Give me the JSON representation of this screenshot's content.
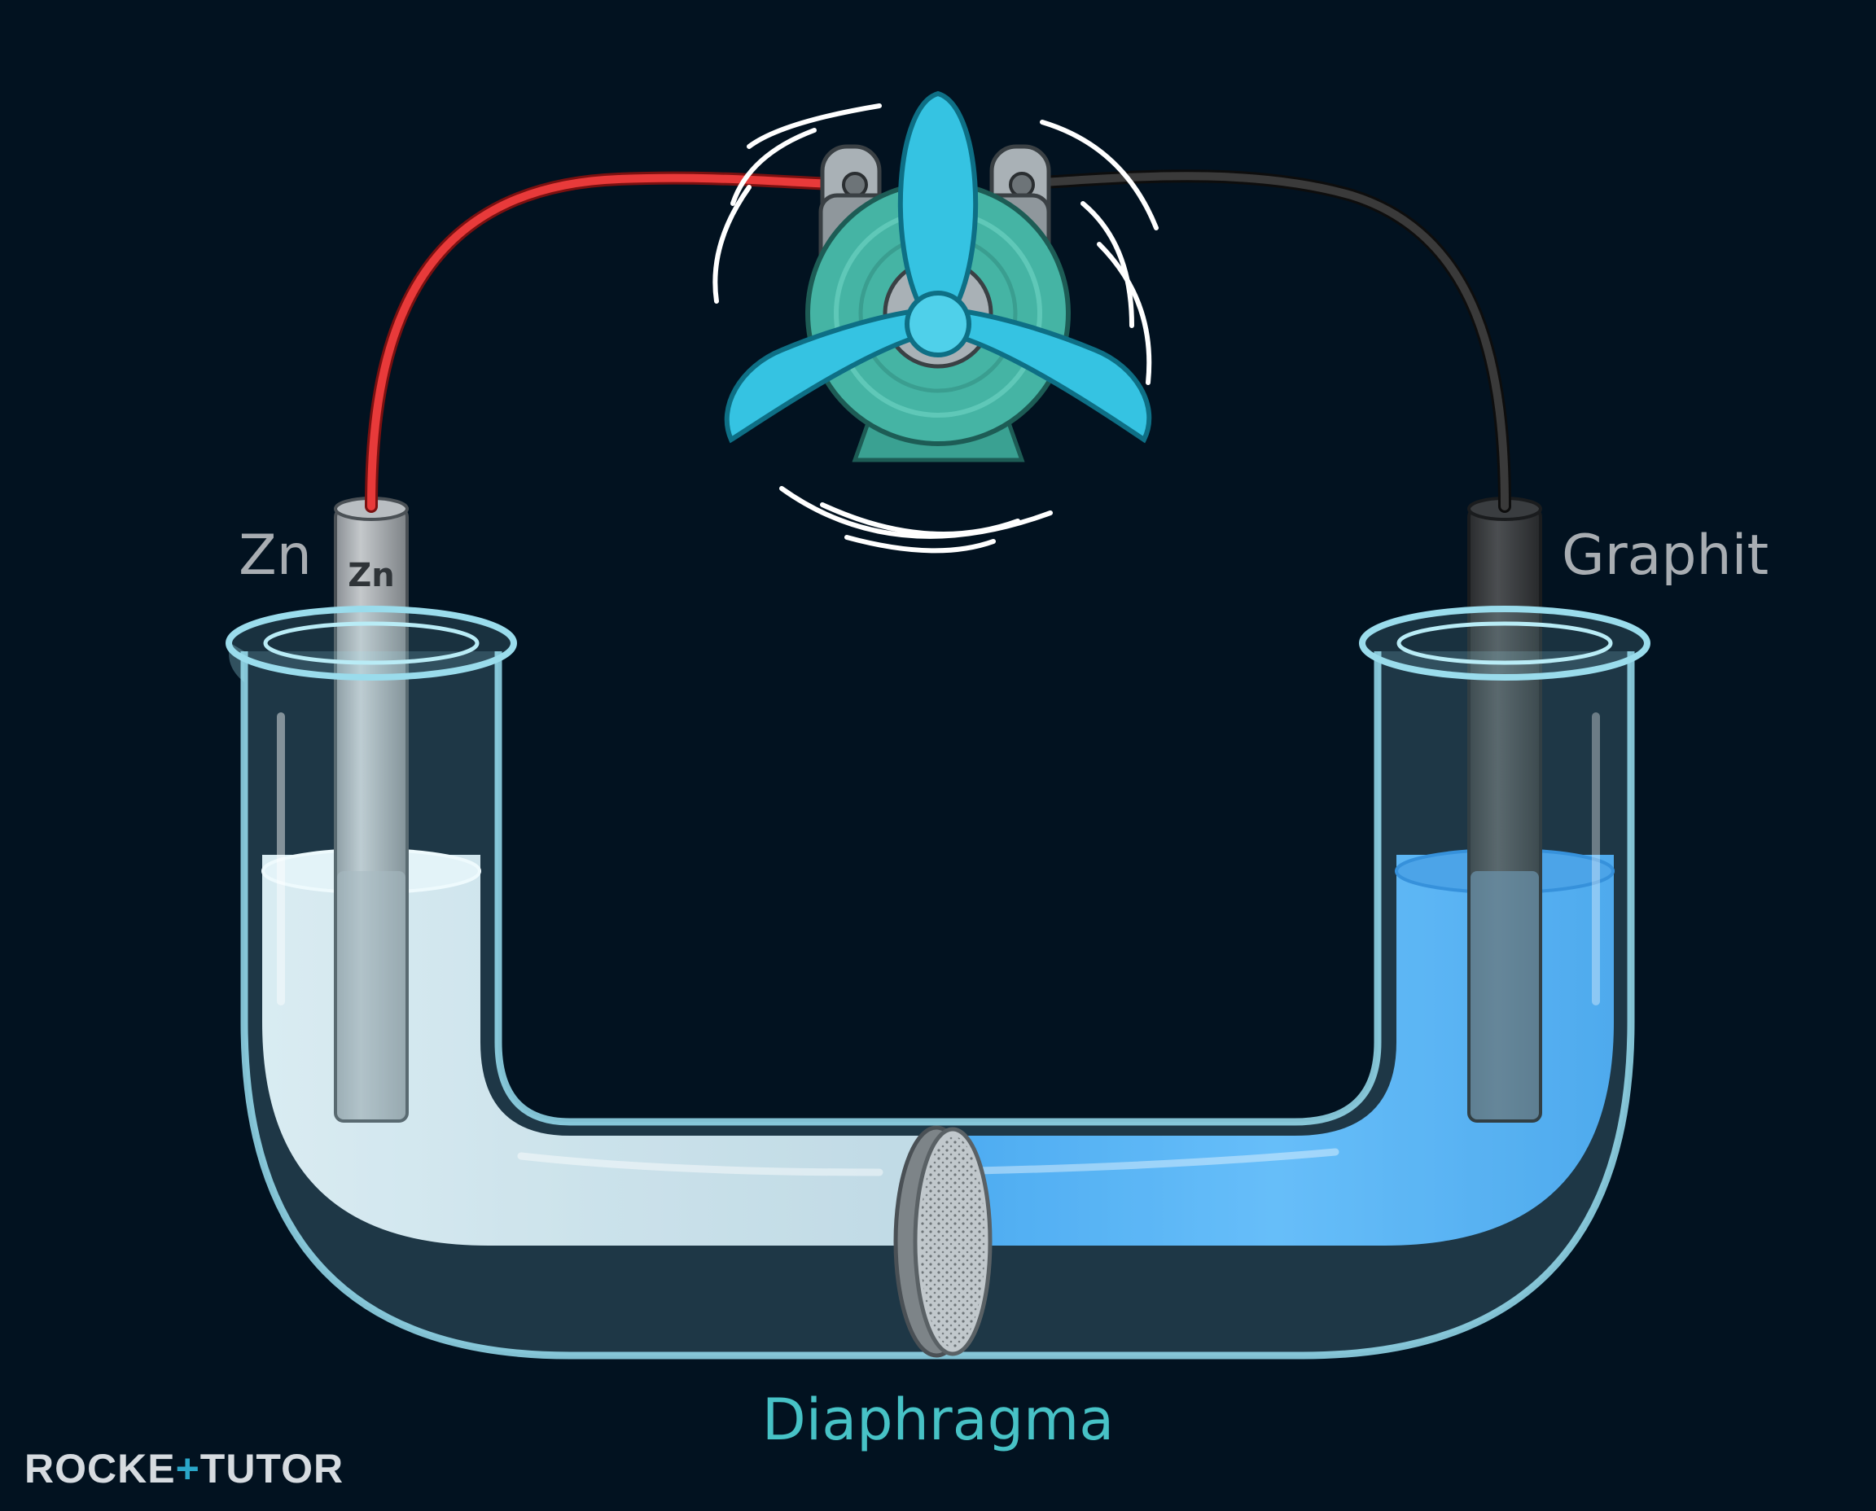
{
  "labels": {
    "left_electrode": "Zn",
    "rod_marking": "Zn",
    "right_electrode": "Graphit",
    "separator": "Diaphragma"
  },
  "logo": {
    "part1": "ROCKE",
    "plus": "+",
    "part2": "TUTOR"
  },
  "colors": {
    "background": "#021220",
    "left_wire": "#e83a3a",
    "right_wire": "#2a2a2a",
    "left_solution": "#dce8ee",
    "right_solution": "#4aaaf5",
    "fan": "#35c3e2",
    "motor": "#46b8a8",
    "label_gray": "#a8adb2",
    "label_teal": "#47c2c6"
  }
}
